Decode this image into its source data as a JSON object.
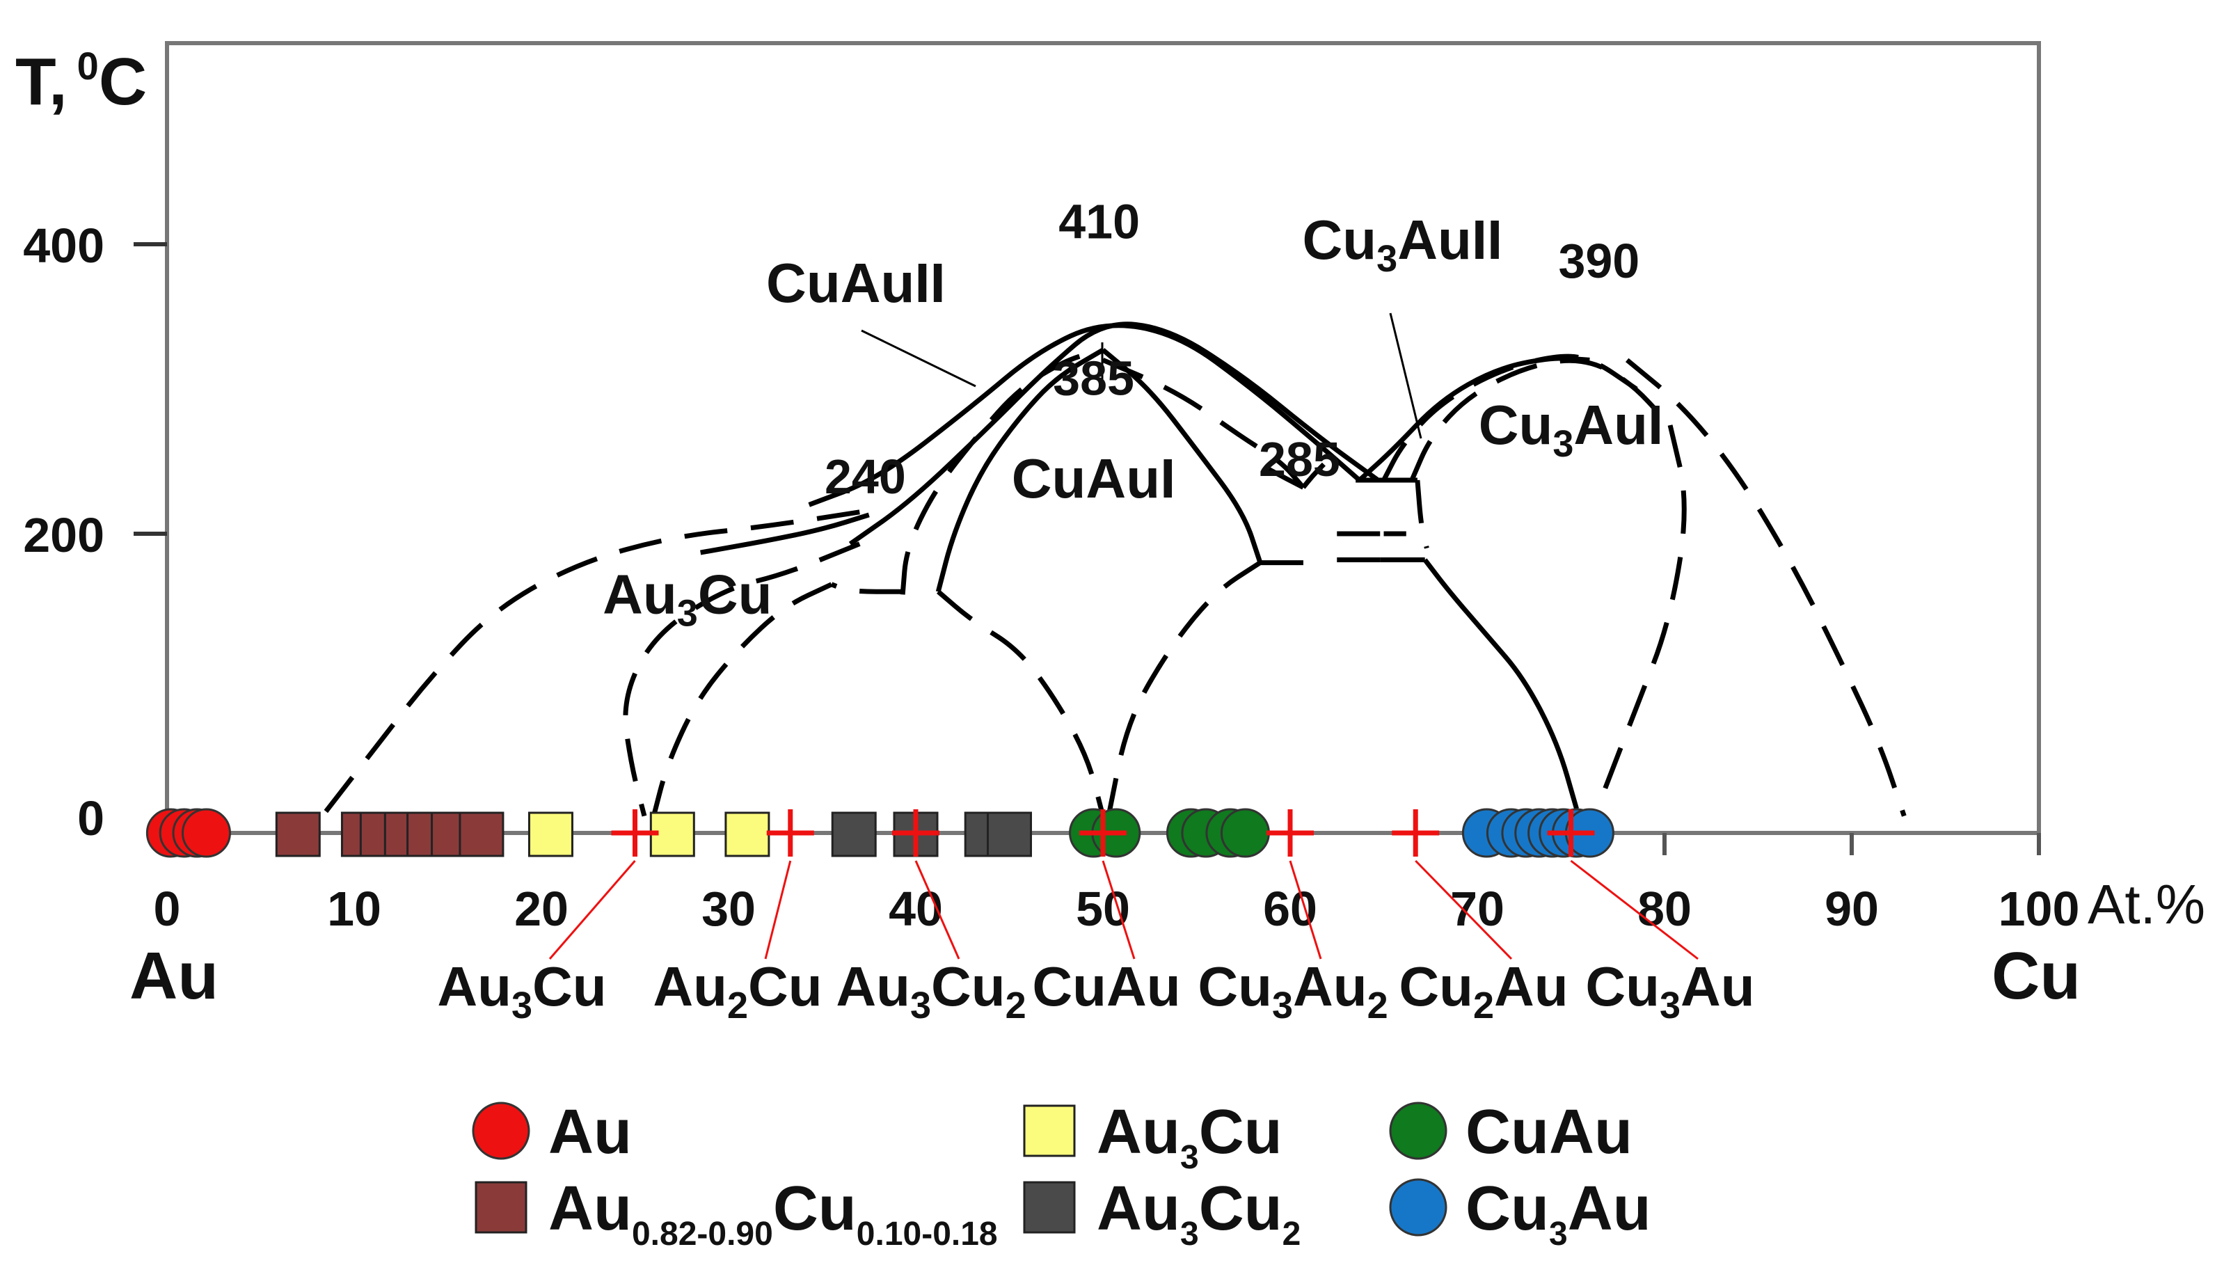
{
  "chart_data": {
    "type": "scatter",
    "title": "",
    "ylabel_main": "T,",
    "ylabel_unit_sup": "0",
    "ylabel_unit": "C",
    "xlabel_unit": "At.%",
    "x_left_element": "Au",
    "x_right_element": "Cu",
    "xlim": [
      0,
      100
    ],
    "ylim": [
      -30,
      540
    ],
    "grid": false,
    "legend_position": "bottom",
    "x_ticks": [
      {
        "value": 0,
        "label": "0"
      },
      {
        "value": 10,
        "label": "10"
      },
      {
        "value": 20,
        "label": "20"
      },
      {
        "value": 30,
        "label": "30"
      },
      {
        "value": 40,
        "label": "40"
      },
      {
        "value": 50,
        "label": "50"
      },
      {
        "value": 60,
        "label": "60"
      },
      {
        "value": 70,
        "label": "70"
      },
      {
        "value": 80,
        "label": "80"
      },
      {
        "value": 90,
        "label": "90"
      },
      {
        "value": 100,
        "label": "100"
      }
    ],
    "y_ticks": [
      {
        "value": 0,
        "label": "0"
      },
      {
        "value": 200,
        "label": "200"
      },
      {
        "value": 400,
        "label": "400"
      }
    ],
    "temperature_labels": [
      {
        "text": "410",
        "x": 49.8,
        "y": 404
      },
      {
        "text": "385",
        "x": 49.5,
        "y": 296
      },
      {
        "text": "240",
        "x": 37.3,
        "y": 228
      },
      {
        "text": "285",
        "x": 60.5,
        "y": 240
      },
      {
        "text": "390",
        "x": 76.5,
        "y": 377
      }
    ],
    "phase_labels": [
      {
        "main": "CuAu",
        "sub": "",
        "after": "II",
        "x": 36.8,
        "y": 360
      },
      {
        "main": "Cu",
        "sub": "3",
        "after": "AuII",
        "x": 66,
        "y": 390
      },
      {
        "main": "CuAu",
        "sub": "",
        "after": "I",
        "x": 49.5,
        "y": 225
      },
      {
        "main": "Cu",
        "sub": "3",
        "after": "AuI",
        "x": 75,
        "y": 262
      },
      {
        "main": "Au",
        "sub": "3",
        "after": "Cu",
        "x": 27.8,
        "y": 145
      }
    ],
    "compound_marks": [
      {
        "x": 25,
        "label": "Au",
        "sub": "3",
        "after": "Cu"
      },
      {
        "x": 33.3,
        "label": "Au",
        "sub": "2",
        "after": "Cu"
      },
      {
        "x": 40,
        "label": "Au",
        "sub": "3",
        "after": "Cu",
        "sub2": "2"
      },
      {
        "x": 50,
        "label": "CuAu",
        "sub": "",
        "after": ""
      },
      {
        "x": 60,
        "label": "Cu",
        "sub": "3",
        "after": "Au",
        "sub2": "2"
      },
      {
        "x": 66.7,
        "label": "Cu",
        "sub": "2",
        "after": "Au"
      },
      {
        "x": 75,
        "label": "Cu",
        "sub": "3",
        "after": "Au"
      }
    ],
    "phase_boundaries": [
      {
        "style": "solid",
        "points": [
          [
            34.3,
            220
          ],
          [
            38,
            238
          ],
          [
            43,
            288
          ],
          [
            46.5,
            326
          ],
          [
            50,
            347
          ],
          [
            54,
            338
          ],
          [
            58,
            300
          ],
          [
            61.5,
            262
          ],
          [
            63.7,
            237
          ]
        ]
      },
      {
        "style": "solid",
        "points": [
          [
            36.5,
            193
          ],
          [
            39.7,
            222
          ],
          [
            44,
            275
          ],
          [
            47,
            314
          ],
          [
            50,
            347
          ],
          [
            53.5,
            342
          ],
          [
            57.5,
            309
          ],
          [
            61.5,
            267
          ],
          [
            64.7,
            237
          ]
        ]
      },
      {
        "style": "dashed",
        "points": [
          [
            39.3,
            158
          ],
          [
            39.5,
            190
          ],
          [
            41,
            230
          ],
          [
            43.3,
            268
          ],
          [
            45.5,
            300
          ],
          [
            48,
            320
          ],
          [
            50,
            327
          ]
        ]
      },
      {
        "style": "solid",
        "points": [
          [
            50,
            327
          ],
          [
            47.5,
            308
          ],
          [
            45.5,
            280
          ],
          [
            43.5,
            244
          ],
          [
            42,
            200
          ],
          [
            41.2,
            160
          ]
        ]
      },
      {
        "style": "solid",
        "points": [
          [
            50,
            327
          ],
          [
            52.5,
            300
          ],
          [
            55,
            258
          ],
          [
            57.5,
            215
          ],
          [
            58.4,
            180
          ]
        ]
      },
      {
        "style": "dashed",
        "points": [
          [
            50,
            320
          ],
          [
            54,
            298
          ],
          [
            57.5,
            266
          ],
          [
            59.5,
            250
          ],
          [
            60.7,
            232
          ]
        ]
      },
      {
        "style": "dashed",
        "points": [
          [
            60.7,
            232
          ],
          [
            59.8,
            238
          ],
          [
            58.8,
            245
          ]
        ]
      },
      {
        "style": "dashed",
        "points": [
          [
            60.7,
            232
          ],
          [
            61.2,
            240
          ],
          [
            61.8,
            248
          ]
        ]
      },
      {
        "style": "solid",
        "points": [
          [
            63.5,
            237
          ],
          [
            66.8,
            237
          ]
        ]
      },
      {
        "style": "solid",
        "points": [
          [
            63.7,
            237
          ],
          [
            65.5,
            258
          ],
          [
            68,
            292
          ],
          [
            71,
            314
          ],
          [
            74,
            322
          ],
          [
            76,
            320
          ]
        ]
      },
      {
        "style": "dashed",
        "points": [
          [
            66.5,
            237
          ],
          [
            67.5,
            267
          ],
          [
            69.5,
            295
          ],
          [
            72.5,
            315
          ],
          [
            75.5,
            322
          ],
          [
            78,
            307
          ],
          [
            80.3,
            275
          ]
        ]
      },
      {
        "style": "dashed",
        "points": [
          [
            66.8,
            237
          ],
          [
            67,
            205
          ],
          [
            67.3,
            190
          ]
        ]
      },
      {
        "style": "dashed",
        "points": [
          [
            65,
            237
          ],
          [
            66,
            262
          ],
          [
            68,
            290
          ],
          [
            71,
            312
          ],
          [
            74,
            323
          ],
          [
            76,
            322
          ],
          [
            78.5,
            300
          ]
        ]
      },
      {
        "style": "dashed",
        "points": [
          [
            62.5,
            200
          ],
          [
            65,
            200
          ]
        ]
      },
      {
        "style": "dashed",
        "points": [
          [
            65,
            200
          ],
          [
            66.2,
            200
          ]
        ]
      },
      {
        "style": "dashed",
        "points": [
          [
            58.4,
            180
          ],
          [
            61.2,
            180
          ]
        ]
      },
      {
        "style": "dashed",
        "points": [
          [
            62.5,
            182
          ],
          [
            64.8,
            182
          ]
        ]
      },
      {
        "style": "solid",
        "points": [
          [
            64.8,
            182
          ],
          [
            67.2,
            182
          ]
        ]
      },
      {
        "style": "solid",
        "points": [
          [
            67.2,
            182
          ],
          [
            68.5,
            160
          ],
          [
            70.5,
            130
          ],
          [
            72.5,
            100
          ],
          [
            74.3,
            55
          ],
          [
            75.3,
            10
          ]
        ]
      },
      {
        "style": "dashed",
        "points": [
          [
            80.3,
            275
          ],
          [
            81.3,
            220
          ],
          [
            80.3,
            140
          ],
          [
            78.5,
            80
          ],
          [
            76.7,
            20
          ],
          [
            76.3,
            5
          ]
        ]
      },
      {
        "style": "dashed",
        "points": [
          [
            78,
            320
          ],
          [
            81,
            288
          ],
          [
            84,
            240
          ],
          [
            87,
            175
          ],
          [
            89.5,
            110
          ],
          [
            91.5,
            55
          ],
          [
            92.8,
            5
          ]
        ]
      },
      {
        "style": "dashed",
        "points": [
          [
            58.4,
            180
          ],
          [
            56,
            160
          ],
          [
            53.5,
            120
          ],
          [
            51.3,
            70
          ],
          [
            50.3,
            5
          ]
        ]
      },
      {
        "style": "dashed",
        "points": [
          [
            41.2,
            160
          ],
          [
            43,
            140
          ],
          [
            45.5,
            120
          ],
          [
            47.5,
            85
          ],
          [
            49.2,
            45
          ],
          [
            50,
            5
          ]
        ]
      },
      {
        "style": "dashed",
        "points": [
          [
            39.3,
            160
          ],
          [
            36.5,
            160
          ],
          [
            35.5,
            165
          ]
        ]
      },
      {
        "style": "dashed",
        "points": [
          [
            35.5,
            165
          ],
          [
            33,
            150
          ],
          [
            30.5,
            120
          ],
          [
            28.3,
            85
          ],
          [
            26.7,
            40
          ],
          [
            26,
            5
          ]
        ]
      },
      {
        "style": "dashed",
        "points": [
          [
            37,
            193
          ],
          [
            33,
            172
          ],
          [
            29.8,
            162
          ],
          [
            26,
            130
          ],
          [
            24.3,
            85
          ],
          [
            24.8,
            40
          ],
          [
            25.5,
            5
          ]
        ]
      },
      {
        "style": "dashed",
        "points": [
          [
            37,
            215
          ],
          [
            32,
            205
          ],
          [
            27,
            198
          ],
          [
            22,
            180
          ],
          [
            17.5,
            148
          ],
          [
            14,
            100
          ],
          [
            11,
            50
          ],
          [
            8,
            0
          ]
        ]
      },
      {
        "style": "solid",
        "points": [
          [
            28.5,
            187
          ],
          [
            32,
            195
          ],
          [
            35,
            203
          ],
          [
            37.5,
            213
          ]
        ]
      }
    ],
    "series": [
      {
        "name": "Au",
        "marker": "circle",
        "color": "#ee1111",
        "x": [
          0.2,
          0.9,
          1.6,
          2.1
        ],
        "y": [
          0,
          0,
          0,
          0
        ]
      },
      {
        "name": "Au0.82-0.90Cu0.10-0.18",
        "marker": "square",
        "color": "#8b3a3a",
        "x": [
          7,
          10.5,
          11.5,
          12.8,
          14,
          15.3,
          16.8
        ],
        "y": [
          0,
          0,
          0,
          0,
          0,
          0,
          0
        ]
      },
      {
        "name": "Au3Cu",
        "marker": "square",
        "color": "#fbfb7d",
        "x": [
          20.5,
          27,
          31
        ],
        "y": [
          0,
          0,
          0
        ]
      },
      {
        "name": "Au3Cu2",
        "marker": "square",
        "color": "#4a4a4a",
        "x": [
          36.7,
          40,
          43.8,
          45
        ],
        "y": [
          0,
          0,
          0,
          0
        ]
      },
      {
        "name": "CuAu",
        "marker": "circle",
        "color": "#0f7a1e",
        "x": [
          49.5,
          50.7,
          54.7,
          55.5,
          56.8,
          57.6
        ],
        "y": [
          0,
          0,
          0,
          0,
          0,
          0
        ]
      },
      {
        "name": "Cu3Au",
        "marker": "circle",
        "color": "#1677c8",
        "x": [
          70.5,
          71.8,
          72.6,
          73.3,
          74,
          74.6,
          75.3,
          76
        ],
        "y": [
          0,
          0,
          0,
          0,
          0,
          0,
          0,
          0
        ]
      }
    ],
    "legend": [
      {
        "marker": "circle",
        "color": "#ee1111",
        "main": "Au",
        "sub1": "",
        "mid": "",
        "sub2": ""
      },
      {
        "marker": "square",
        "color": "#8b3a3a",
        "main": "Au",
        "sub1": "0.82-0.90",
        "mid": "Cu",
        "sub2": "0.10-0.18"
      },
      {
        "marker": "square",
        "color": "#fbfb7d",
        "main": "Au",
        "sub1": "3",
        "mid": "Cu",
        "sub2": ""
      },
      {
        "marker": "square",
        "color": "#4a4a4a",
        "main": "Au",
        "sub1": "3",
        "mid": "Cu",
        "sub2": "2"
      },
      {
        "marker": "circle",
        "color": "#0f7a1e",
        "main": "CuAu",
        "sub1": "",
        "mid": "",
        "sub2": ""
      },
      {
        "marker": "circle",
        "color": "#1677c8",
        "main": "Cu",
        "sub1": "3",
        "mid": "Au",
        "sub2": ""
      }
    ],
    "colors": {
      "frame": "#777777",
      "curve": "#000000",
      "cross": "#ee1111"
    }
  }
}
